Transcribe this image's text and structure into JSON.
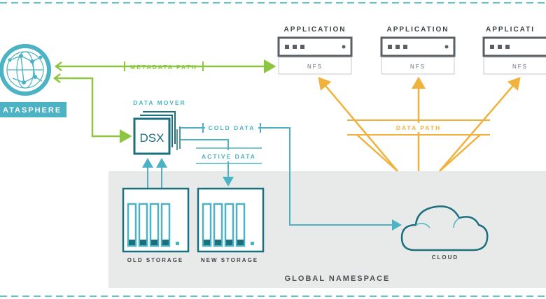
{
  "colors": {
    "teal": "#4bb3c4",
    "dark_teal": "#1c6f7c",
    "green": "#8cc63f",
    "orange": "#f0b23c",
    "gray_panel": "#e8eaea",
    "dark_gray": "#555a5e",
    "dashed_border": "#5fc3d0"
  },
  "datasphere": {
    "label": "ATASPHERE",
    "icon": "globe-icon"
  },
  "metadata_path": {
    "label": "METADATA PATH"
  },
  "applications": [
    {
      "title": "APPLICATION",
      "protocol": "NFS"
    },
    {
      "title": "APPLICATION",
      "protocol": "NFS"
    },
    {
      "title": "APPLICATI",
      "protocol": "NFS"
    }
  ],
  "data_mover": {
    "label": "DATA MOVER",
    "box_label": "DSX"
  },
  "cold_data": {
    "label": "COLD DATA"
  },
  "active_data": {
    "label": "ACTIVE DATA"
  },
  "data_path": {
    "label": "DATA PATH"
  },
  "old_storage": {
    "label": "OLD STORAGE"
  },
  "new_storage": {
    "label": "NEW STORAGE"
  },
  "cloud": {
    "label": "CLOUD",
    "icon": "cloud-icon"
  },
  "namespace": {
    "label": "GLOBAL NAMESPACE"
  }
}
